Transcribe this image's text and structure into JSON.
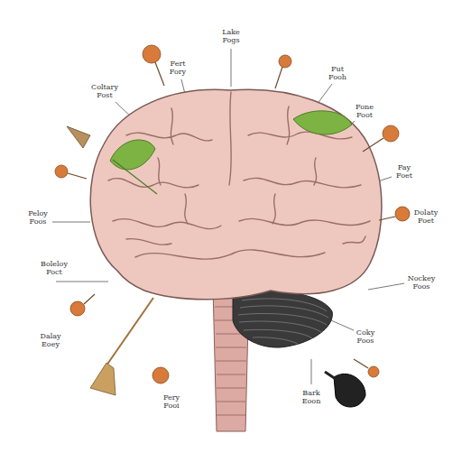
{
  "diagram": {
    "labels": [
      "Lake Fogs",
      "Fert Fory",
      "Fut Fooh",
      "Coltary Fost",
      "Fone Foot",
      "Fay Foet",
      "Dolaty Foet",
      "Peloy Foos",
      "Boleloy Foct",
      "Nockey Foos",
      "Dalay Eoey",
      "Coky Foos",
      "Fery Fooi",
      "Bark Eoon"
    ]
  }
}
